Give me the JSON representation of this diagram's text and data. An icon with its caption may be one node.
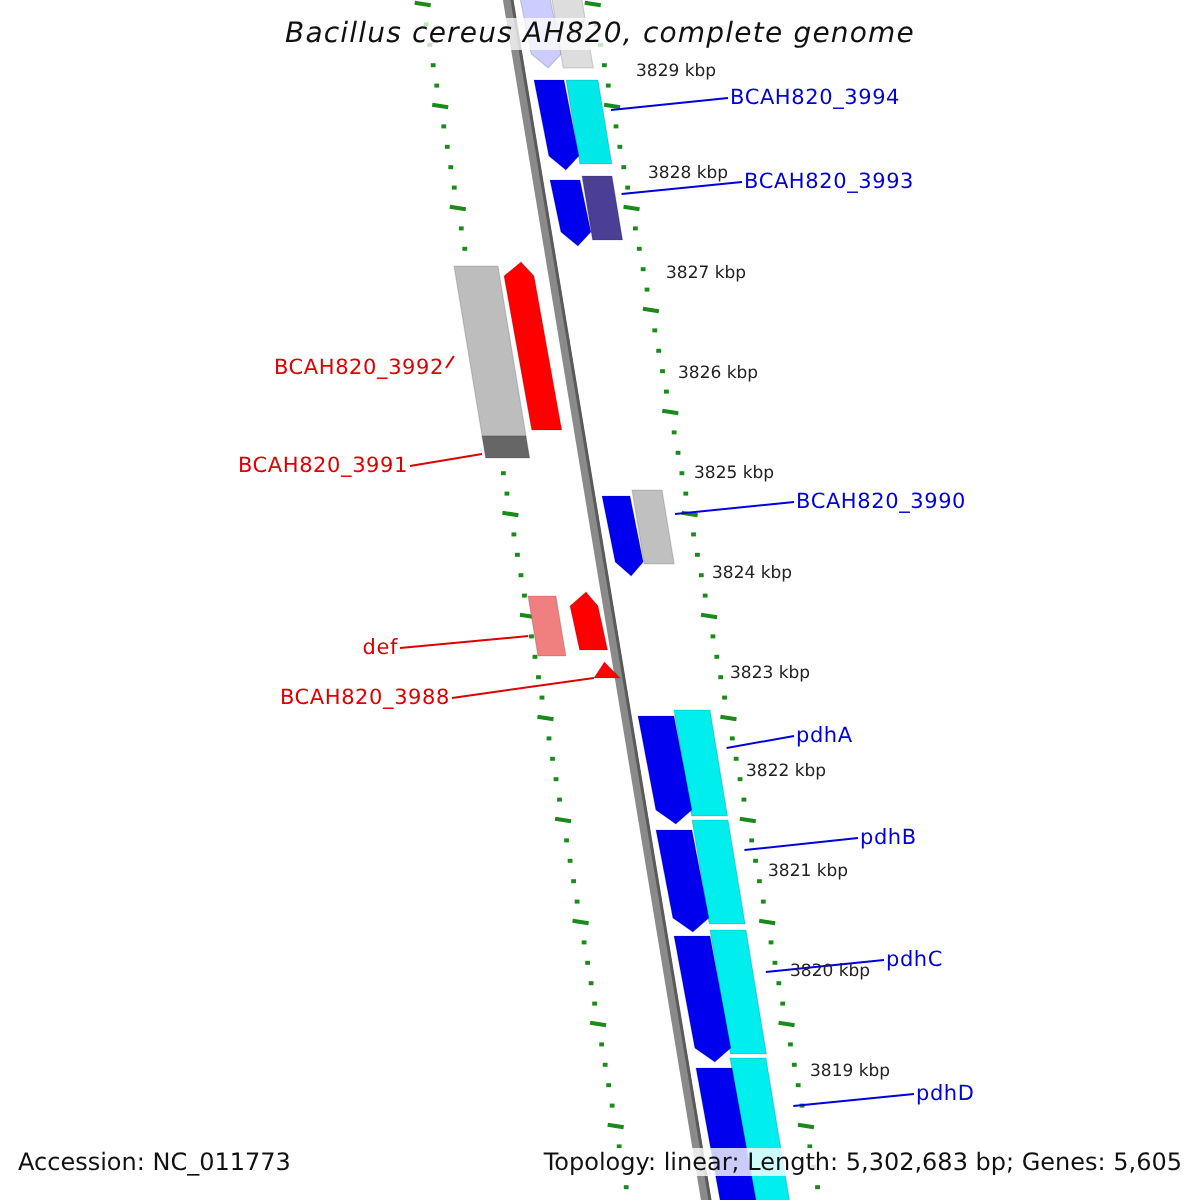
{
  "diagram": {
    "title": "Bacillus cereus AH820, complete genome",
    "nodes": [
      {
        "text": [
          "BCAH820_3994"
        ]
      },
      {
        "text": [
          "BCAH820_3993"
        ]
      },
      {
        "text": [
          "BCAH820_3992"
        ]
      },
      {
        "text": [
          "BCAH820_3991"
        ]
      },
      {
        "text": [
          "BCAH820_3990"
        ]
      },
      {
        "text": [
          "def"
        ]
      },
      {
        "text": [
          "BCAH820_3988"
        ]
      },
      {
        "text": [
          "pdhA"
        ]
      },
      {
        "text": [
          "pdhB"
        ]
      },
      {
        "text": [
          "pdhC"
        ]
      },
      {
        "text": [
          "pdhD"
        ]
      },
      {
        "text": [],
        "shape": "bar"
      },
      {
        "text": [],
        "shape": "bar"
      },
      {
        "text": [],
        "shape": "bar"
      },
      {
        "text": [],
        "shape": "bar"
      },
      {
        "text": [],
        "shape": "bar"
      },
      {
        "text": [],
        "shape": "bar"
      },
      {
        "text": [],
        "shape": "bar"
      },
      {
        "text": [],
        "shape": "bar"
      },
      {
        "text": [],
        "shape": "bar"
      },
      {
        "text": [],
        "shape": "bar"
      },
      {
        "text": [],
        "shape": "bar"
      },
      {
        "text": [],
        "shape": "bar"
      },
      {
        "text": [],
        "shape": "bar"
      },
      {
        "text": [],
        "shape": "bar"
      },
      {
        "text": [],
        "shape": "bar"
      },
      {
        "text": [],
        "shape": "bar"
      },
      {
        "text": [],
        "shape": "bar"
      },
      {
        "text": [],
        "shape": "bar"
      },
      {
        "text": [],
        "shape": "bar"
      },
      {
        "text": [],
        "shape": "bar"
      },
      {
        "text": [],
        "shape": "bar"
      },
      {
        "text": [],
        "shape": "bar"
      }
    ],
    "edges": [
      {
        "from": 0,
        "to": 11,
        "arrow": "none"
      },
      {
        "from": 1,
        "to": 12,
        "arrow": "none"
      },
      {
        "from": 2,
        "to": 13,
        "arrow": "none",
        "color": "#dd0000"
      },
      {
        "from": 3,
        "to": 14,
        "arrow": "none",
        "color": "#dd0000"
      },
      {
        "from": 4,
        "to": 15,
        "arrow": "none"
      },
      {
        "from": 5,
        "to": 16,
        "arrow": "none",
        "color": "#dd0000"
      },
      {
        "from": 6,
        "to": 17,
        "arrow": "none",
        "color": "#dd0000"
      },
      {
        "from": 7,
        "to": 18,
        "arrow": "none"
      },
      {
        "from": 8,
        "to": 19,
        "arrow": "none"
      },
      {
        "from": 9,
        "to": 20,
        "arrow": "none"
      },
      {
        "from": 10,
        "to": 21,
        "arrow": "none"
      }
    ],
    "labels": [
      "3829 kbp",
      "3828 kbp",
      "3827 kbp",
      "3826 kbp",
      "3825 kbp",
      "3824 kbp",
      "3823 kbp",
      "3822 kbp",
      "3821 kbp",
      "3820 kbp",
      "3819 kbp",
      "Accession: NC_011773",
      "Topology: linear; Length: 5,302,683 bp; Genes: 5,605"
    ]
  }
}
